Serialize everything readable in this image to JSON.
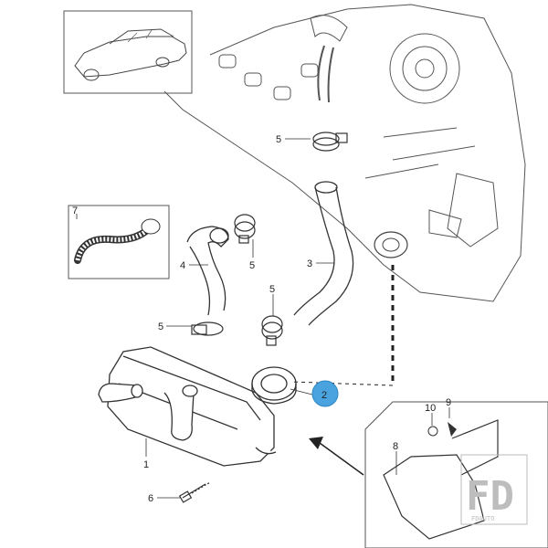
{
  "callouts": {
    "c1": "1",
    "c2": "2",
    "c3": "3",
    "c4": "4",
    "c5a": "5",
    "c5b": "5",
    "c5c": "5",
    "c5d": "5",
    "c6": "6",
    "c7": "7",
    "c8": "8",
    "c9": "9",
    "c10": "10"
  },
  "watermark": {
    "logo": "FD",
    "text": "FDAUTO"
  },
  "colors": {
    "line": "#333333",
    "highlight": "#4aa3df",
    "highlight_border": "#2f86c4"
  }
}
